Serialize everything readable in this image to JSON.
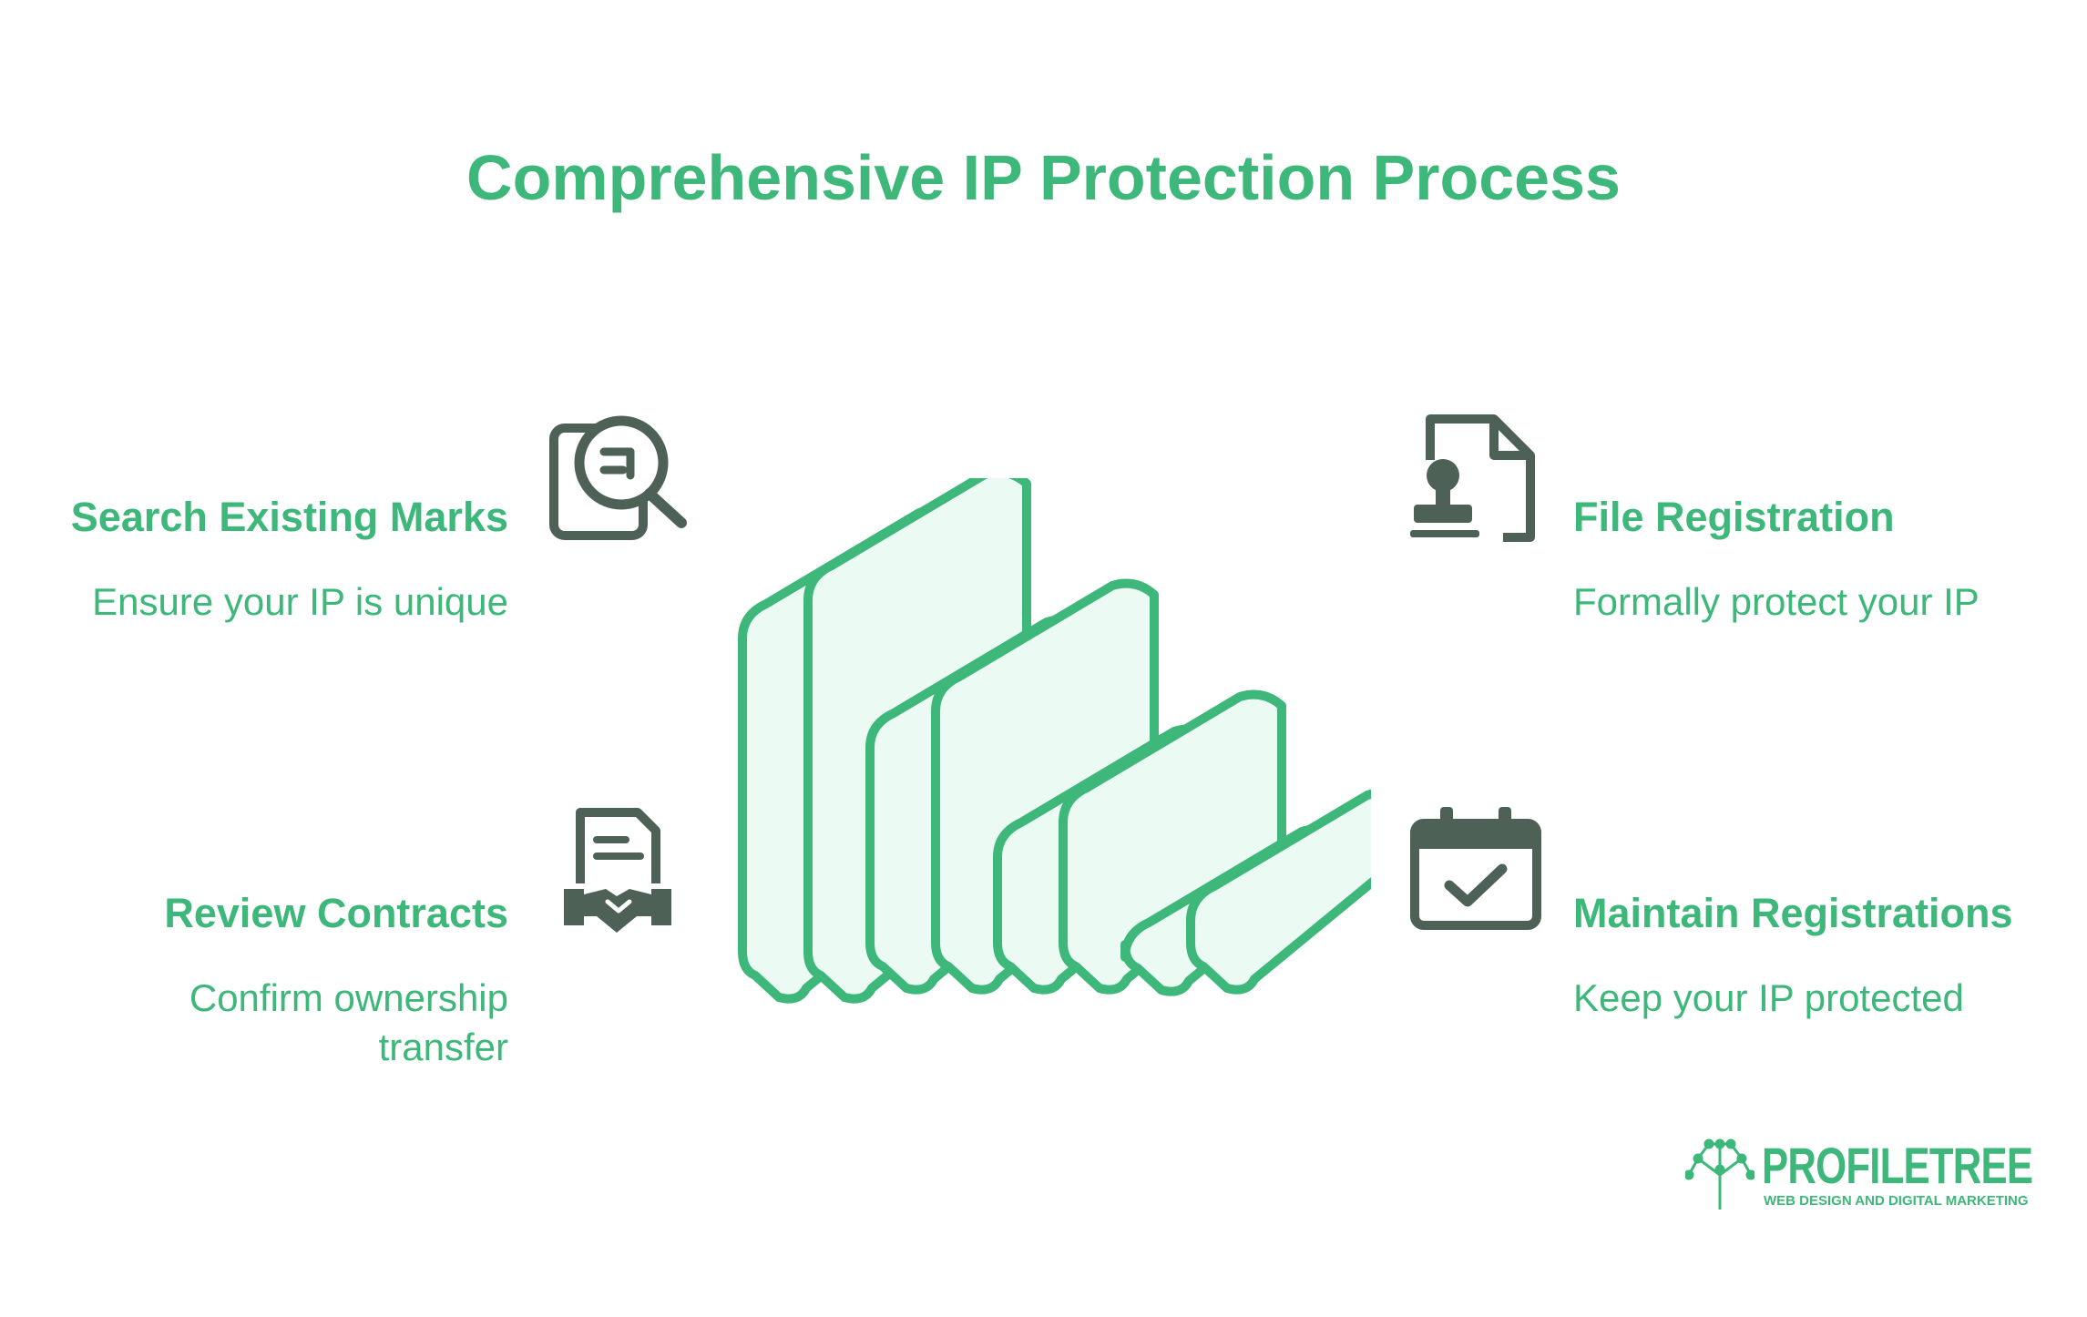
{
  "title": "Comprehensive IP Protection Process",
  "steps": [
    {
      "title": "Search Existing Marks",
      "desc": "Ensure your IP is unique",
      "icon": "document-search-icon"
    },
    {
      "title": "File Registration",
      "desc": "Formally protect your IP",
      "icon": "stamp-document-icon"
    },
    {
      "title": "Review Contracts",
      "desc": "Confirm ownership transfer",
      "icon": "contract-handshake-icon"
    },
    {
      "title": "Maintain Registrations",
      "desc": "Keep your IP protected",
      "icon": "calendar-check-icon"
    }
  ],
  "logo": {
    "name": "PROFILETREE",
    "tagline": "WEB DESIGN AND DIGITAL MARKETING"
  },
  "colors": {
    "accent": "#3db77a",
    "icon": "#4e6157",
    "fill": "#ebfaf3"
  }
}
